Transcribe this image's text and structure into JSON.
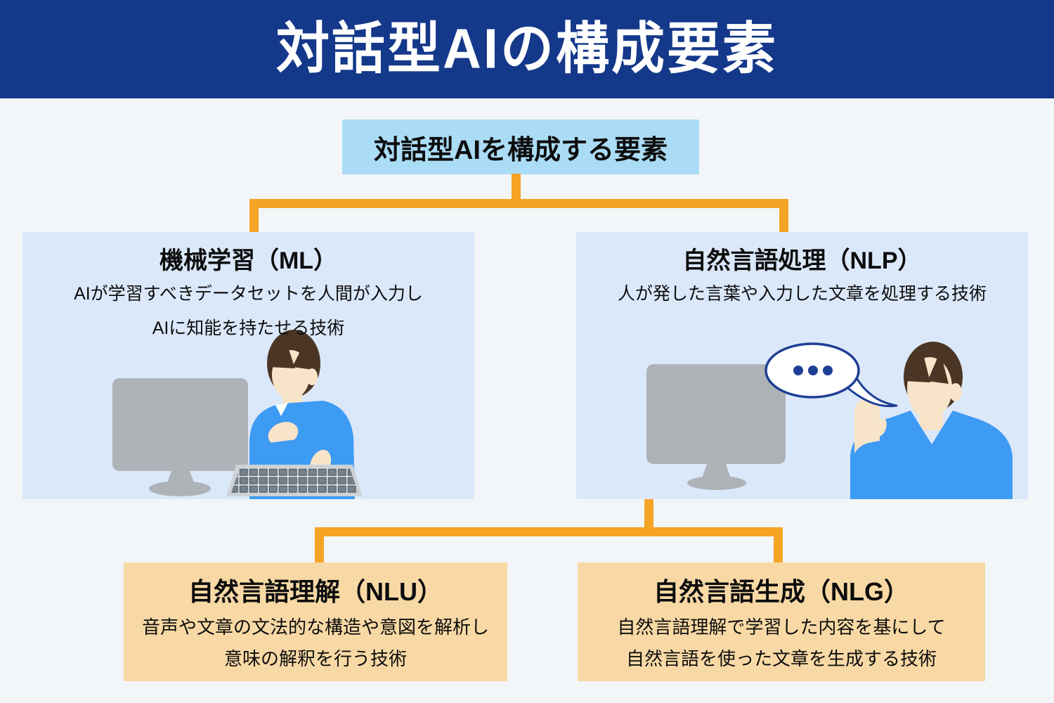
{
  "header": {
    "title": "対話型AIの構成要素"
  },
  "tree": {
    "root": {
      "label": "対話型AIを構成する要素"
    },
    "ml": {
      "title": "機械学習（ML）",
      "desc_lines": [
        "AIが学習すべきデータセットを人間が入力し",
        "AIに知能を持たせる技術"
      ]
    },
    "nlp": {
      "title": "自然言語処理（NLP）",
      "desc_lines": [
        "人が発した言葉や入力した文章を処理する技術"
      ]
    },
    "nlu": {
      "title": "自然言語理解（NLU）",
      "desc_lines": [
        "音声や文章の文法的な構造や意図を解析し",
        "意味の解釈を行う技術"
      ]
    },
    "nlg": {
      "title": "自然言語生成（NLG）",
      "desc_lines": [
        "自然言語理解で学習した内容を基にして",
        "自然言語を使った文章を生成する技術"
      ]
    }
  },
  "icons": {
    "ml_illustration": [
      "person-at-computer-icon",
      "monitor-icon",
      "keyboard-icon"
    ],
    "nlp_illustration": [
      "monitor-icon",
      "person-waving-icon",
      "speech-bubble-ellipsis-icon"
    ]
  },
  "colors": {
    "header_bg": "#14388a",
    "canvas_bg": "#f3f6f9",
    "root_bg": "#aadcf5",
    "branch_bg": "#dbe8fa",
    "leaf_bg": "#f8d9a5",
    "connector": "#f5a426",
    "text": "#0d0d0d",
    "bubble_outline": "#1e3f94",
    "sweater": "#3e9bf4",
    "skin": "#f8e4c8",
    "hair": "#4b3625",
    "device_gray": "#aeb3b7",
    "keyboard_base": "#cdd2d6",
    "keyboard_keys": "#76828b"
  }
}
